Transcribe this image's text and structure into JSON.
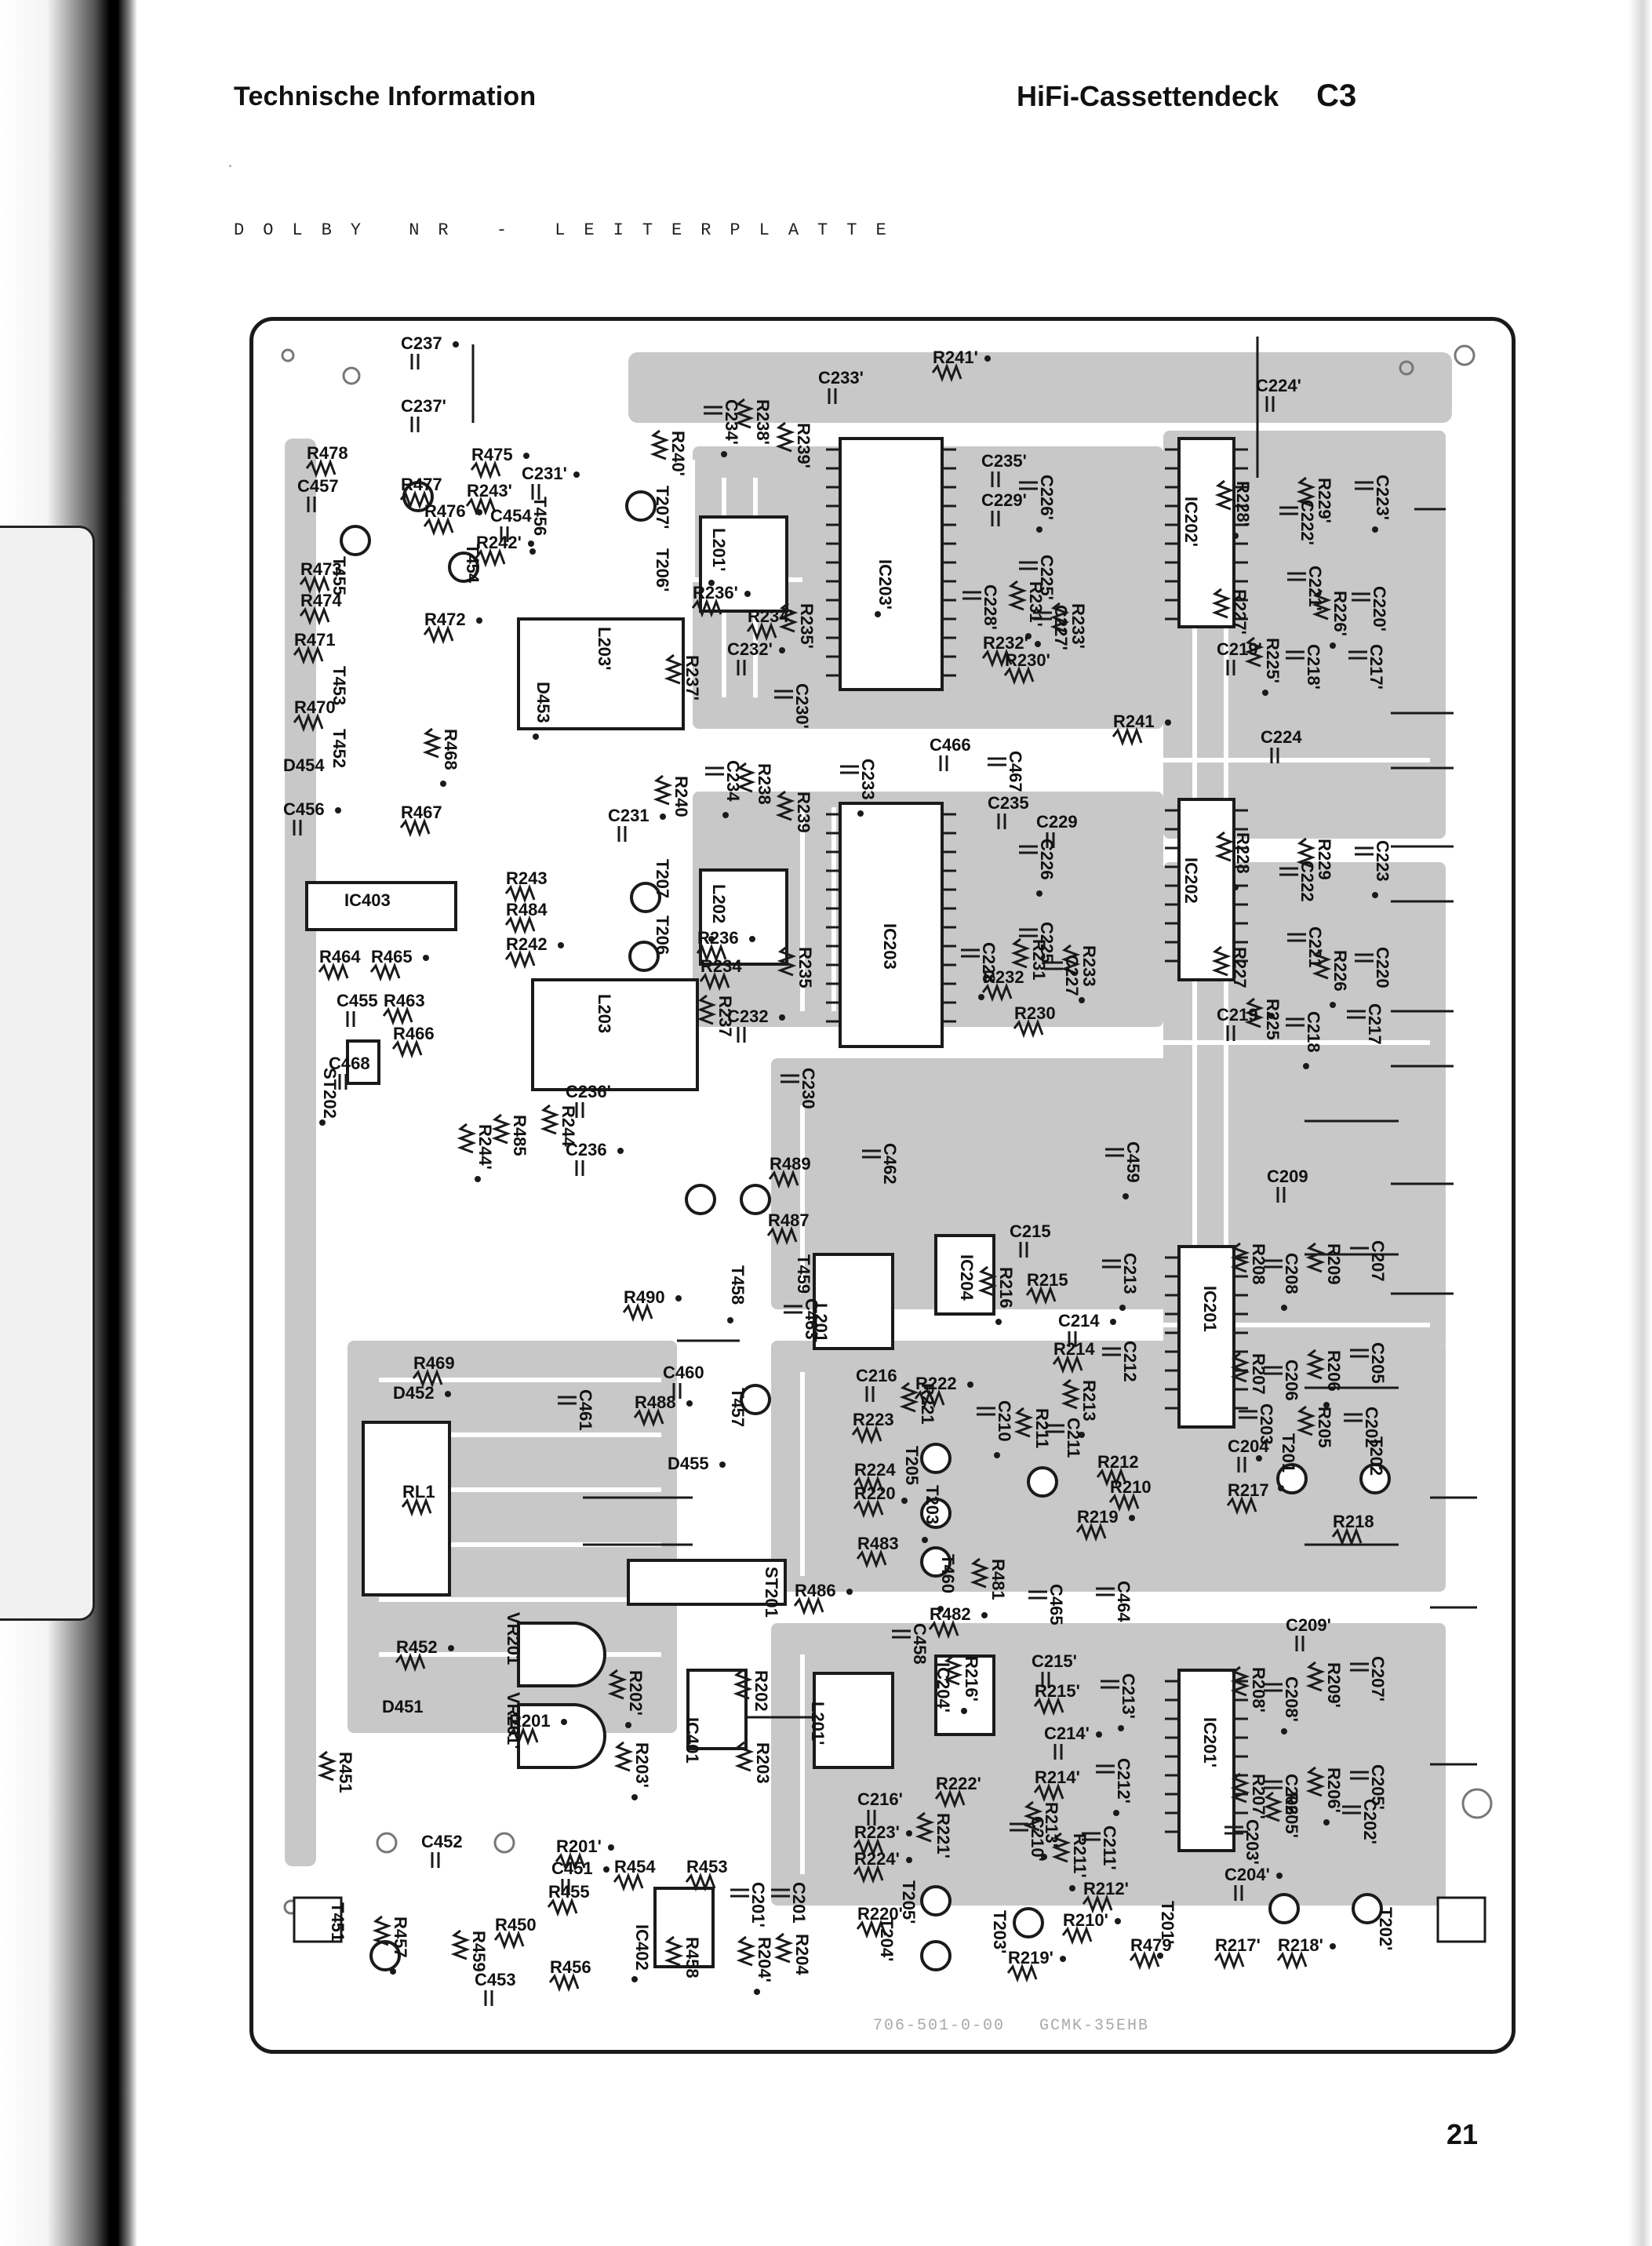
{
  "header": {
    "left_title": "Technische Information",
    "right_title": "HiFi-Cassettendeck",
    "model_code": "C3"
  },
  "subtitle": "DOLBY NR - LEITERPLATTE",
  "board": {
    "id_text": "706-501-0-00",
    "id_sub": "GCMK-35EHB"
  },
  "components": [
    {
      "label": "C237"
    },
    {
      "label": "C237'"
    },
    {
      "label": "C233'"
    },
    {
      "label": "R241'"
    },
    {
      "label": "C224'"
    },
    {
      "label": "R478"
    },
    {
      "label": "R475"
    },
    {
      "label": "C457"
    },
    {
      "label": "R477"
    },
    {
      "label": "R476"
    },
    {
      "label": "T455"
    },
    {
      "label": "T454"
    },
    {
      "label": "T456"
    },
    {
      "label": "R473"
    },
    {
      "label": "R474"
    },
    {
      "label": "R472"
    },
    {
      "label": "R471"
    },
    {
      "label": "T453"
    },
    {
      "label": "D453"
    },
    {
      "label": "R470"
    },
    {
      "label": "T452"
    },
    {
      "label": "R468"
    },
    {
      "label": "D454"
    },
    {
      "label": "R467"
    },
    {
      "label": "C456"
    },
    {
      "label": "IC403"
    },
    {
      "label": "R464"
    },
    {
      "label": "R465"
    },
    {
      "label": "C455"
    },
    {
      "label": "R463"
    },
    {
      "label": "ST202"
    },
    {
      "label": "R466"
    },
    {
      "label": "C468"
    },
    {
      "label": "C231'"
    },
    {
      "label": "R243'"
    },
    {
      "label": "C454"
    },
    {
      "label": "R242'"
    },
    {
      "label": "T207'"
    },
    {
      "label": "T206'"
    },
    {
      "label": "L201'"
    },
    {
      "label": "L203'"
    },
    {
      "label": "R240'"
    },
    {
      "label": "C234'"
    },
    {
      "label": "R238'"
    },
    {
      "label": "R239'"
    },
    {
      "label": "R236'"
    },
    {
      "label": "R234'"
    },
    {
      "label": "R235'"
    },
    {
      "label": "C232'"
    },
    {
      "label": "R237'"
    },
    {
      "label": "C230'"
    },
    {
      "label": "IC203'"
    },
    {
      "label": "C235'"
    },
    {
      "label": "C229'"
    },
    {
      "label": "C226'"
    },
    {
      "label": "C225'"
    },
    {
      "label": "C228'"
    },
    {
      "label": "R231'"
    },
    {
      "label": "R233'"
    },
    {
      "label": "C227'"
    },
    {
      "label": "R232'"
    },
    {
      "label": "R230'"
    },
    {
      "label": "IC202'"
    },
    {
      "label": "R228'"
    },
    {
      "label": "C222'"
    },
    {
      "label": "R229'"
    },
    {
      "label": "C223'"
    },
    {
      "label": "R227'"
    },
    {
      "label": "C221'"
    },
    {
      "label": "R226'"
    },
    {
      "label": "C220'"
    },
    {
      "label": "C219'"
    },
    {
      "label": "R225'"
    },
    {
      "label": "C218'"
    },
    {
      "label": "C217'"
    },
    {
      "label": "C233"
    },
    {
      "label": "C466"
    },
    {
      "label": "C467"
    },
    {
      "label": "R241"
    },
    {
      "label": "C224"
    },
    {
      "label": "R240"
    },
    {
      "label": "C234"
    },
    {
      "label": "R238"
    },
    {
      "label": "R239"
    },
    {
      "label": "C231"
    },
    {
      "label": "C235"
    },
    {
      "label": "C229"
    },
    {
      "label": "C226"
    },
    {
      "label": "C225"
    },
    {
      "label": "IC202"
    },
    {
      "label": "R228"
    },
    {
      "label": "C222"
    },
    {
      "label": "R229"
    },
    {
      "label": "C223"
    },
    {
      "label": "R243"
    },
    {
      "label": "R484"
    },
    {
      "label": "R242"
    },
    {
      "label": "T207"
    },
    {
      "label": "T206"
    },
    {
      "label": "L202"
    },
    {
      "label": "L203"
    },
    {
      "label": "IC203"
    },
    {
      "label": "R236"
    },
    {
      "label": "R234"
    },
    {
      "label": "R235"
    },
    {
      "label": "C232"
    },
    {
      "label": "R237"
    },
    {
      "label": "C230"
    },
    {
      "label": "C228"
    },
    {
      "label": "R231"
    },
    {
      "label": "C227"
    },
    {
      "label": "R233"
    },
    {
      "label": "R232"
    },
    {
      "label": "R230"
    },
    {
      "label": "C219"
    },
    {
      "label": "R227"
    },
    {
      "label": "C221"
    },
    {
      "label": "R226"
    },
    {
      "label": "C220"
    },
    {
      "label": "R225"
    },
    {
      "label": "C218"
    },
    {
      "label": "C217"
    },
    {
      "label": "C236'"
    },
    {
      "label": "R244'"
    },
    {
      "label": "R485"
    },
    {
      "label": "R244"
    },
    {
      "label": "C236"
    },
    {
      "label": "R489"
    },
    {
      "label": "C462"
    },
    {
      "label": "C459"
    },
    {
      "label": "C209"
    },
    {
      "label": "R487"
    },
    {
      "label": "T458"
    },
    {
      "label": "T459"
    },
    {
      "label": "C463"
    },
    {
      "label": "R490"
    },
    {
      "label": "L201"
    },
    {
      "label": "IC204"
    },
    {
      "label": "R216"
    },
    {
      "label": "C215"
    },
    {
      "label": "R215"
    },
    {
      "label": "C213"
    },
    {
      "label": "IC201"
    },
    {
      "label": "R208"
    },
    {
      "label": "C208"
    },
    {
      "label": "R209"
    },
    {
      "label": "C207"
    },
    {
      "label": "C214"
    },
    {
      "label": "R214"
    },
    {
      "label": "C212"
    },
    {
      "label": "R213"
    },
    {
      "label": "R207"
    },
    {
      "label": "C206"
    },
    {
      "label": "R206"
    },
    {
      "label": "C205"
    },
    {
      "label": "R469"
    },
    {
      "label": "D452"
    },
    {
      "label": "C460"
    },
    {
      "label": "C461"
    },
    {
      "label": "R488"
    },
    {
      "label": "T457"
    },
    {
      "label": "C216"
    },
    {
      "label": "R222"
    },
    {
      "label": "R223"
    },
    {
      "label": "R221"
    },
    {
      "label": "C210"
    },
    {
      "label": "R211"
    },
    {
      "label": "C211"
    },
    {
      "label": "C203"
    },
    {
      "label": "R205"
    },
    {
      "label": "C202"
    },
    {
      "label": "D455"
    },
    {
      "label": "RL1"
    },
    {
      "label": "R224"
    },
    {
      "label": "T205"
    },
    {
      "label": "R212"
    },
    {
      "label": "C204"
    },
    {
      "label": "T201"
    },
    {
      "label": "T202"
    },
    {
      "label": "R220"
    },
    {
      "label": "T203"
    },
    {
      "label": "R210"
    },
    {
      "label": "R217"
    },
    {
      "label": "R219"
    },
    {
      "label": "R218"
    },
    {
      "label": "R483"
    },
    {
      "label": "T460"
    },
    {
      "label": "R481"
    },
    {
      "label": "ST201"
    },
    {
      "label": "R486"
    },
    {
      "label": "C465"
    },
    {
      "label": "C464"
    },
    {
      "label": "R482"
    },
    {
      "label": "C458"
    },
    {
      "label": "C209'"
    },
    {
      "label": "R452"
    },
    {
      "label": "VR201"
    },
    {
      "label": "D451"
    },
    {
      "label": "R202'"
    },
    {
      "label": "R202"
    },
    {
      "label": "C215'"
    },
    {
      "label": "R216'"
    },
    {
      "label": "IC204'"
    },
    {
      "label": "R215'"
    },
    {
      "label": "C213'"
    },
    {
      "label": "IC201'"
    },
    {
      "label": "R208'"
    },
    {
      "label": "C208'"
    },
    {
      "label": "R209'"
    },
    {
      "label": "C207'"
    },
    {
      "label": "R201"
    },
    {
      "label": "IC401"
    },
    {
      "label": "L201'"
    },
    {
      "label": "C214'"
    },
    {
      "label": "R451"
    },
    {
      "label": "VR201'"
    },
    {
      "label": "R203'"
    },
    {
      "label": "R203"
    },
    {
      "label": "R214'"
    },
    {
      "label": "C212'"
    },
    {
      "label": "R207'"
    },
    {
      "label": "C206'"
    },
    {
      "label": "R206'"
    },
    {
      "label": "C205'"
    },
    {
      "label": "C452"
    },
    {
      "label": "R201'"
    },
    {
      "label": "C216'"
    },
    {
      "label": "R222'"
    },
    {
      "label": "R213'"
    },
    {
      "label": "R205'"
    },
    {
      "label": "C202'"
    },
    {
      "label": "C451"
    },
    {
      "label": "R454"
    },
    {
      "label": "R453"
    },
    {
      "label": "R223'"
    },
    {
      "label": "R221'"
    },
    {
      "label": "C210'"
    },
    {
      "label": "R211'"
    },
    {
      "label": "C211'"
    },
    {
      "label": "C203'"
    },
    {
      "label": "C204'"
    },
    {
      "label": "C201'"
    },
    {
      "label": "C201"
    },
    {
      "label": "R224'"
    },
    {
      "label": "R212'"
    },
    {
      "label": "T205'"
    },
    {
      "label": "T201'"
    },
    {
      "label": "T202'"
    },
    {
      "label": "R455"
    },
    {
      "label": "IC402"
    },
    {
      "label": "R220'"
    },
    {
      "label": "T203'"
    },
    {
      "label": "R210'"
    },
    {
      "label": "T451"
    },
    {
      "label": "R450"
    },
    {
      "label": "R457"
    },
    {
      "label": "R459"
    },
    {
      "label": "R458"
    },
    {
      "label": "R204'"
    },
    {
      "label": "R204"
    },
    {
      "label": "T204'"
    },
    {
      "label": "R219'"
    },
    {
      "label": "R479"
    },
    {
      "label": "R217'"
    },
    {
      "label": "R218'"
    },
    {
      "label": "R456"
    },
    {
      "label": "C453"
    }
  ],
  "page_number": "21"
}
